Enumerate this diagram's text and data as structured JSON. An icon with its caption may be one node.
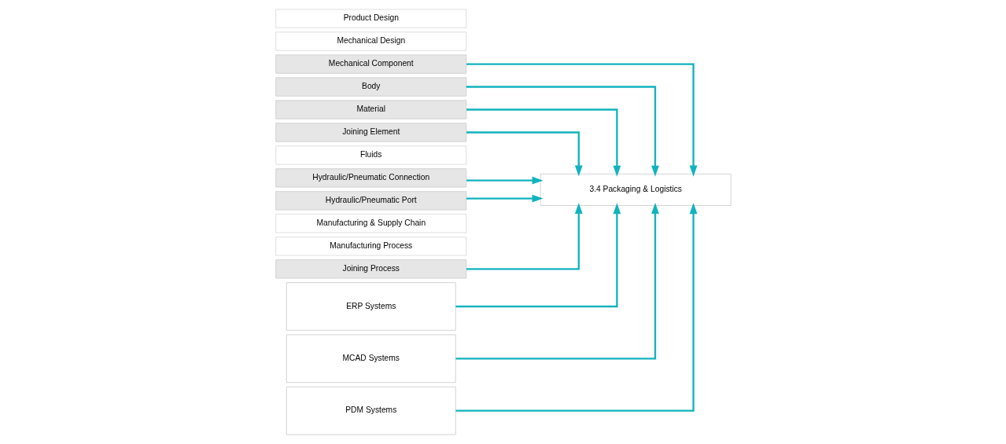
{
  "diagram": {
    "nodes": [
      {
        "text": [
          "Product Design"
        ]
      },
      {
        "text": [
          "Mechanical Design"
        ]
      },
      {
        "text": [
          "Mechanical Component"
        ]
      },
      {
        "text": [
          "Body"
        ]
      },
      {
        "text": [
          "Material"
        ]
      },
      {
        "text": [
          "Joining Element"
        ]
      },
      {
        "text": [
          "Fluids"
        ]
      },
      {
        "text": [
          "Hydraulic/Pneumatic Connection"
        ]
      },
      {
        "text": [
          "Hydraulic/Pneumatic Port"
        ]
      },
      {
        "text": [
          "Manufacturing & Supply Chain"
        ]
      },
      {
        "text": [
          "Manufacturing Process"
        ]
      },
      {
        "text": [
          "Joining Process"
        ]
      },
      {
        "text": [
          "3.4 Packaging & Logistics"
        ]
      },
      {
        "text": [
          "ERP Systems"
        ]
      },
      {
        "text": [
          "MCAD Systems"
        ]
      },
      {
        "text": [
          "PDM Systems"
        ]
      }
    ],
    "edges": [
      {
        "from": 2,
        "to": 12,
        "arrow": "to"
      },
      {
        "from": 3,
        "to": 12,
        "arrow": "to"
      },
      {
        "from": 4,
        "to": 12,
        "arrow": "to"
      },
      {
        "from": 5,
        "to": 12,
        "arrow": "to"
      },
      {
        "from": 7,
        "to": 12,
        "arrow": "to"
      },
      {
        "from": 8,
        "to": 12,
        "arrow": "to"
      },
      {
        "from": 11,
        "to": 12,
        "arrow": "to"
      },
      {
        "from": 13,
        "to": 12,
        "arrow": "to"
      },
      {
        "from": 14,
        "to": 12,
        "arrow": "to"
      },
      {
        "from": 15,
        "to": 12,
        "arrow": "to"
      }
    ]
  }
}
